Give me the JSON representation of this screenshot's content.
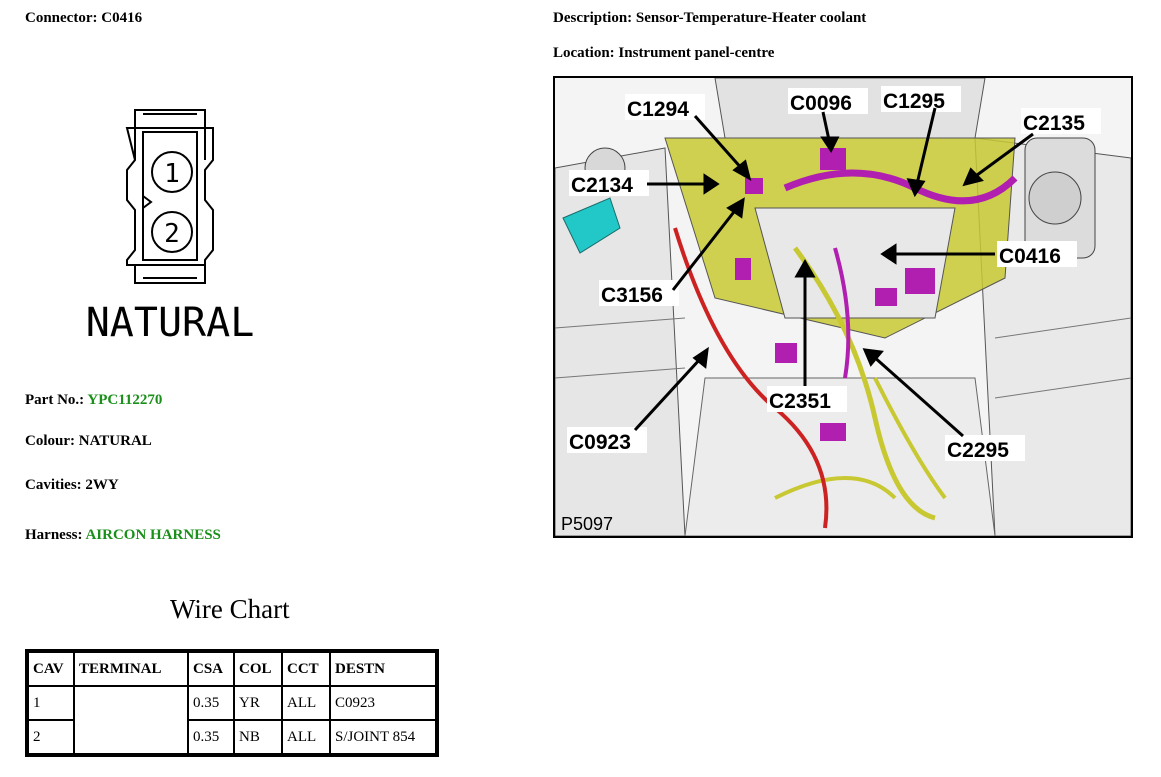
{
  "connector": {
    "label": "Connector:",
    "value": "C0416"
  },
  "description": {
    "label": "Description:",
    "value": "Sensor-Temperature-Heater coolant"
  },
  "location": {
    "label": "Location:",
    "value": "Instrument panel-centre"
  },
  "connector_face": {
    "cavity_1": "1",
    "cavity_2": "2",
    "colour_caption": "NATURAL"
  },
  "part_no": {
    "label": "Part No.:",
    "value": "YPC112270"
  },
  "colour": {
    "label": "Colour:",
    "value": "NATURAL"
  },
  "cavities": {
    "label": "Cavities:",
    "value": "2WY"
  },
  "harness": {
    "label": "Harness:",
    "value": "AIRCON HARNESS"
  },
  "photo": {
    "ref": "P5097",
    "callouts": [
      "C1294",
      "C0096",
      "C1295",
      "C2135",
      "C2134",
      "C0416",
      "C3156",
      "C2351",
      "C0923",
      "C2295"
    ]
  },
  "wire_chart": {
    "title": "Wire Chart",
    "headers": [
      "CAV",
      "TERMINAL",
      "CSA",
      "COL",
      "CCT",
      "DESTN"
    ],
    "rows": [
      {
        "cav": "1",
        "terminal": "",
        "csa": "0.35",
        "col": "YR",
        "cct": "ALL",
        "destn": "C0923"
      },
      {
        "cav": "2",
        "terminal": "",
        "csa": "0.35",
        "col": "NB",
        "cct": "ALL",
        "destn": "S/JOINT 854"
      }
    ]
  },
  "colors": {
    "link_green": "#1a8f1a",
    "harness_yellow": "#c8c832",
    "connector_magenta": "#b01fb0",
    "cyan_part": "#22c8c8"
  }
}
